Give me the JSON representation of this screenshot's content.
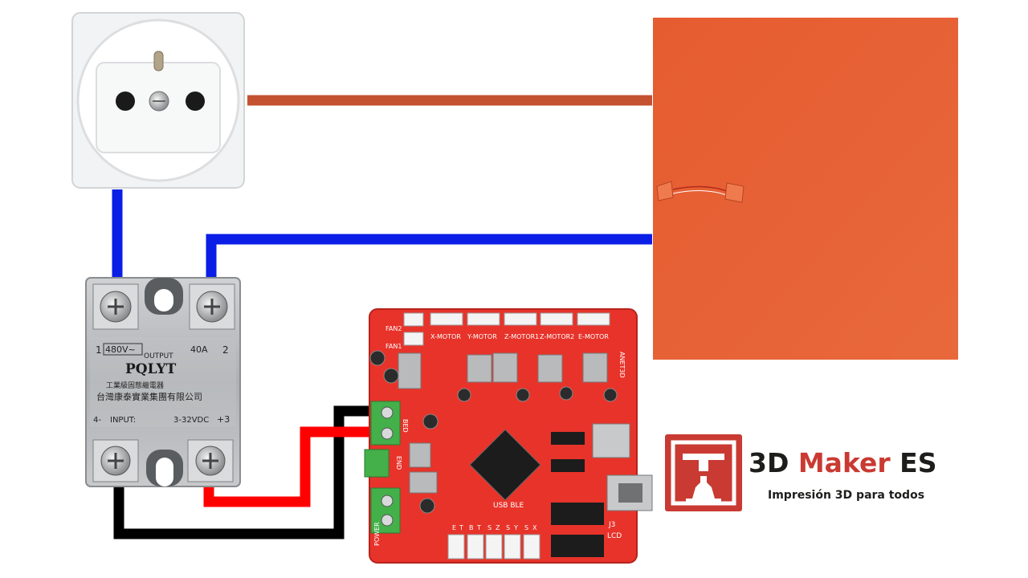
{
  "relay": {
    "terminal_1": "1",
    "terminal_2": "2",
    "voltage_rating": "480V~",
    "output_label": "OUTPUT",
    "current_rating": "40A",
    "brand": "PQLYT",
    "chinese_line_1": "工業級固態繼電器",
    "chinese_line_2": "台灣康泰實業集團有限公司",
    "input_label": "INPUT:",
    "input_range": "3-32VDC",
    "terminal_3": "+3",
    "terminal_minus": "4-"
  },
  "board": {
    "name": "ANET3D",
    "fan_labels": [
      "FAN2",
      "FAN1"
    ],
    "motor_labels": [
      "X-MOTOR",
      "Y-MOTOR",
      "Z-MOTOR1",
      "Z-MOTOR2",
      "E-MOTOR"
    ],
    "bed_label": "BED",
    "end_label": "END",
    "power_label": "POWER",
    "usb_label": "USB BLE",
    "j3_label": "J3",
    "lcd_label": "LCD",
    "endstop_labels": [
      "E",
      "T",
      "B",
      "T",
      "S",
      "Z",
      "S",
      "Y",
      "S",
      "X"
    ]
  },
  "brand": {
    "title_prefix": "3D ",
    "title_accent": "Maker",
    "title_suffix": " ES",
    "tagline": "Impresión 3D para todos"
  },
  "colors": {
    "phase_wire": "#c4512f",
    "neutral_wire": "#0a1ee6",
    "dc_positive_wire": "#ff0000",
    "dc_negative_wire": "#000000",
    "heat_bed": "#e25a2f",
    "board_pcb": "#e8332a",
    "brand_red": "#c93a32"
  }
}
